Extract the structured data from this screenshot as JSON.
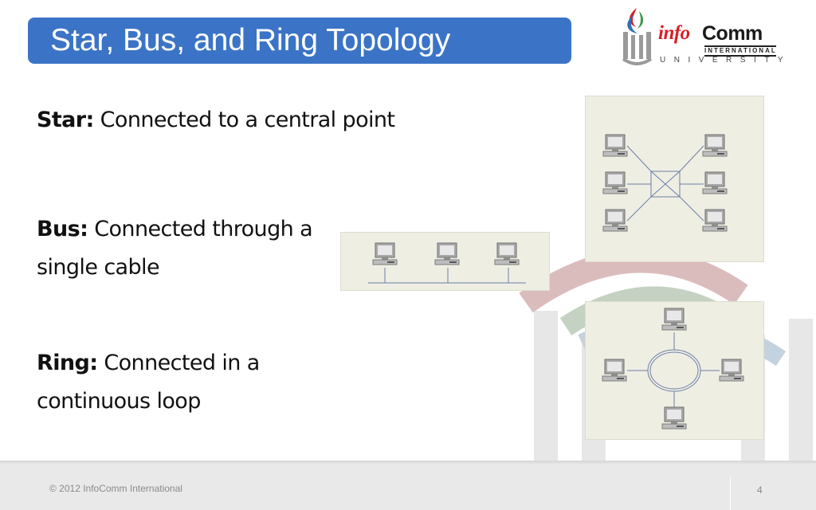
{
  "slide": {
    "title": "Star, Bus, and Ring Topology",
    "logo": {
      "info": "info",
      "comm": "Comm",
      "international": "INTERNATIONAL",
      "university": "UNIVERSITY"
    },
    "bullets": {
      "star": {
        "term": "Star:",
        "text": "Connected to a central point"
      },
      "bus": {
        "term": "Bus:",
        "text": "Connected through a single cable"
      },
      "ring": {
        "term": "Ring:",
        "text": "Connected in a continuous loop"
      }
    },
    "footer": {
      "copyright": "© 2012 InfoComm International",
      "page": "4"
    }
  },
  "colors": {
    "title_bar": "#3b74c6",
    "brand_red": "#d71f26",
    "diagram_bg": "#eeeee3"
  },
  "icons": [
    "computer-icon",
    "logo-mark-icon"
  ]
}
